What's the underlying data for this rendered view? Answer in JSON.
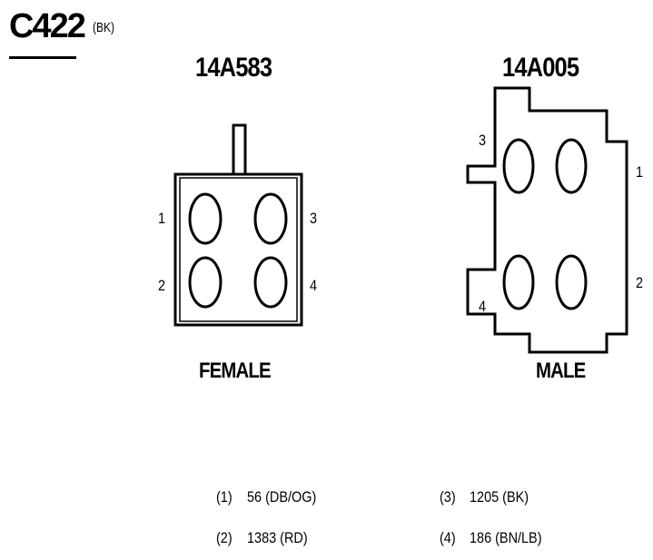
{
  "connector": {
    "id": "C422",
    "color_code": "(BK)"
  },
  "female": {
    "part_number": "14A583",
    "gender": "FEMALE",
    "pins": [
      "1",
      "2",
      "3",
      "4"
    ]
  },
  "male": {
    "part_number": "14A005",
    "gender": "MALE",
    "pins": [
      "3",
      "1",
      "4",
      "2"
    ]
  },
  "legend": [
    {
      "num": "(1)",
      "value": "56 (DB/OG)"
    },
    {
      "num": "(2)",
      "value": "1383 (RD)"
    },
    {
      "num": "(3)",
      "value": "1205 (BK)"
    },
    {
      "num": "(4)",
      "value": "186 (BN/LB)"
    }
  ]
}
